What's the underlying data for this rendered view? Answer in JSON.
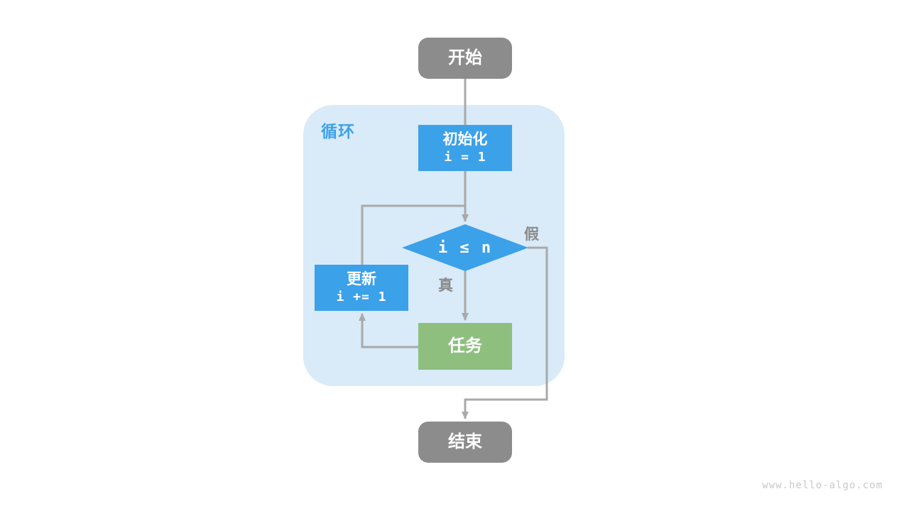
{
  "diagram": {
    "title_semantic": "while-loop flowchart",
    "container_label": "循环",
    "nodes": {
      "start": {
        "label": "开始"
      },
      "init": {
        "title": "初始化",
        "code": "i = 1"
      },
      "condition": {
        "code": "i ≤ n"
      },
      "update": {
        "title": "更新",
        "code": "i += 1"
      },
      "task": {
        "label": "任务"
      },
      "end": {
        "label": "结束"
      }
    },
    "edge_labels": {
      "true": "真",
      "false": "假"
    },
    "colors": {
      "node_gray": "#8c8c8c",
      "node_blue": "#3ba1e8",
      "node_green": "#8ebf7f",
      "container_bg": "#d9eaf8",
      "line_gray": "#a9a9a9",
      "label_gray": "#8a8a8a",
      "loop_label_blue": "#3da2e9",
      "watermark_gray": "#c9c9c9"
    },
    "watermark": "www.hello-algo.com"
  }
}
